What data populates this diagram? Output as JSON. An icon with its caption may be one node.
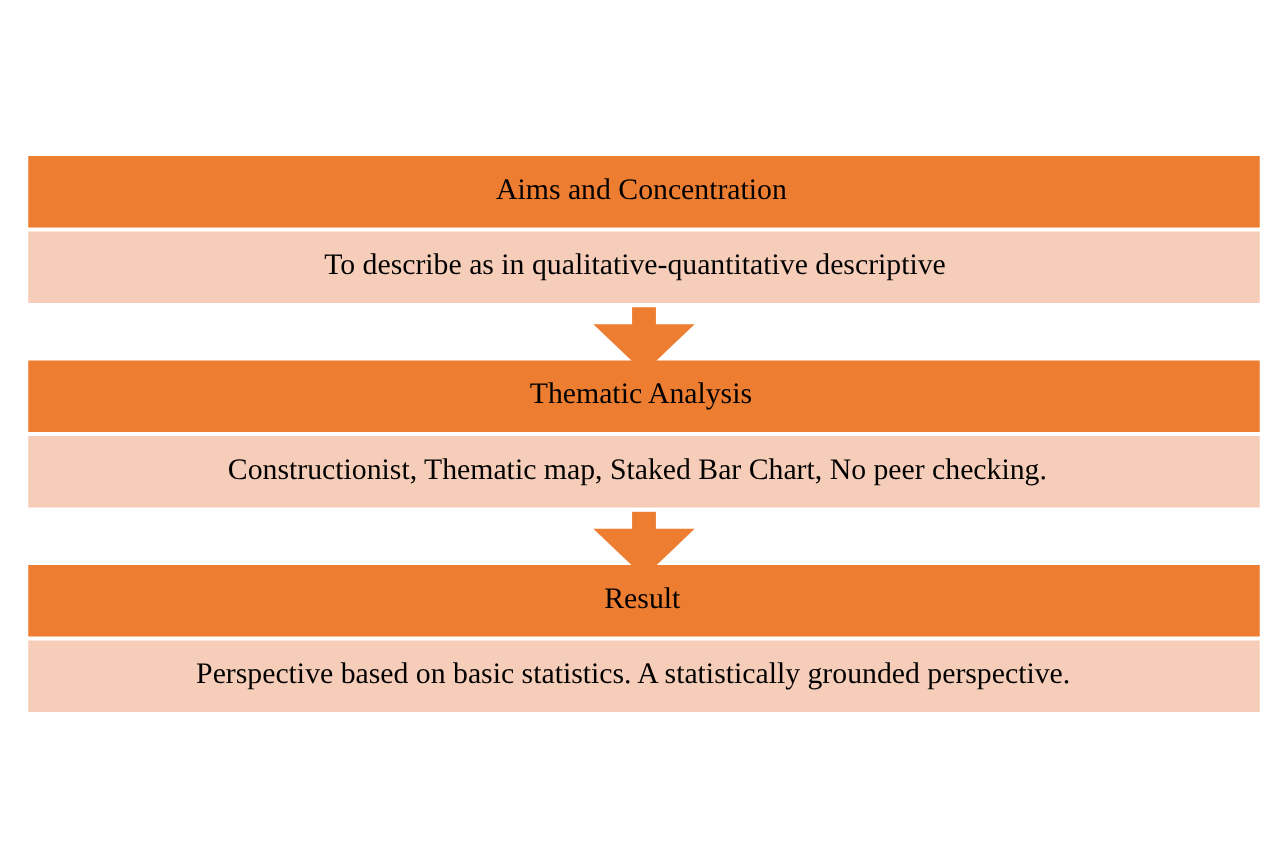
{
  "diagram": {
    "nodes": [
      {
        "text": [
          "Aims and Concentration",
          "To describe as in qualitative-quantitative descriptive"
        ]
      },
      {
        "text": [
          "Thematic Analysis",
          "Constructionist, Thematic map, Staked Bar Chart, No peer checking."
        ]
      },
      {
        "text": [
          "Result",
          "Perspective based on basic statistics. A statistically grounded perspective."
        ]
      }
    ],
    "edges": [
      {
        "from": 0,
        "to": 1,
        "arrow": "to"
      },
      {
        "from": 1,
        "to": 2,
        "arrow": "to"
      }
    ]
  }
}
